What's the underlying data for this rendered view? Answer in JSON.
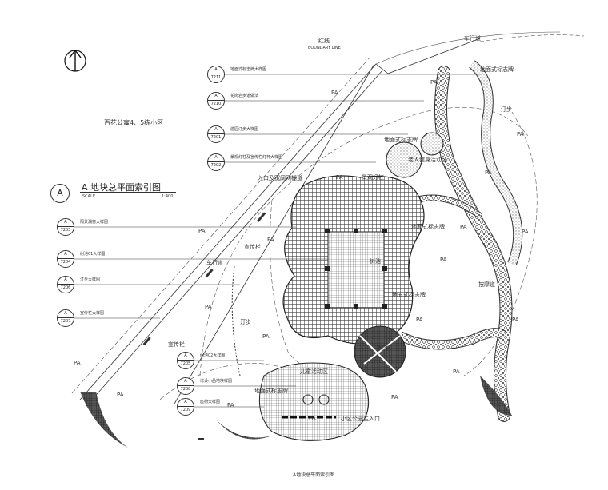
{
  "header": {
    "boundary_cn": "红线",
    "boundary_en": "BOUNDARY LINE",
    "road_top": "车行道"
  },
  "district": "百花公寓4、5栋小区",
  "title": {
    "letter": "A",
    "text": "A 地块总平面索引图",
    "scale_label": "SCALE",
    "scale_value": "1:400"
  },
  "callouts": [
    {
      "letter": "A",
      "code": "7211",
      "text": "地面式标志牌大样图"
    },
    {
      "letter": "A",
      "code": "7210",
      "text": "花岗岩步道做法"
    },
    {
      "letter": "A",
      "code": "7201",
      "text": "游园汀步大样图"
    },
    {
      "letter": "A",
      "code": "7202",
      "text": "景观灯柱及宣传栏灯杆大样图"
    },
    {
      "letter": "A",
      "code": "7203",
      "text": "隔景漏窗大样图"
    },
    {
      "letter": "A",
      "code": "7204",
      "text": "树池01大样图"
    },
    {
      "letter": "A",
      "code": "7206",
      "text": "汀步大样图"
    },
    {
      "letter": "A",
      "code": "7207",
      "text": "宣传栏大样图"
    },
    {
      "letter": "A",
      "code": "7205",
      "text": "树池02大样图"
    },
    {
      "letter": "A",
      "code": "7208",
      "text": "增设小品地块样图"
    },
    {
      "letter": "A",
      "code": "7209",
      "text": "座椅大样图"
    }
  ],
  "plan_labels": {
    "pa": "PA",
    "sign_top": "地面式标志牌",
    "walk": "汀步",
    "sign_mid": "地面式标志牌",
    "elderly": "老人健身活动区",
    "entrance_gate": "入口及宽阔网栅道",
    "lamp": "景观灯柱",
    "sign_east": "地面式标志牌",
    "fence": "宣传栏",
    "car_road": "车行道",
    "tree_pit": "树池",
    "step": "汀步",
    "sign_center": "地五式标志牌",
    "massage": "按摩道",
    "tree_pit2": "树池",
    "sign_south": "地面式标志牌",
    "fence2": "宣传栏",
    "main_entrance": "小区公园主入口",
    "children": "儿童活动区"
  },
  "caption": "A地块总平面索引图"
}
